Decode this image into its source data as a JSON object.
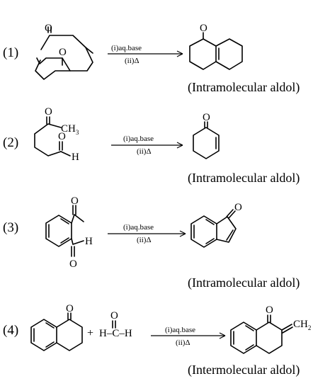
{
  "reactions": [
    {
      "number": "(1)",
      "reactant_atoms": [
        "O",
        "O"
      ],
      "conditions": [
        "(i)aq.base",
        "(ii)Δ"
      ],
      "product_atoms": [
        "O"
      ],
      "type": "(Intramolecular aldol)"
    },
    {
      "number": "(2)",
      "reactant_atoms": [
        "O",
        "CH",
        "3",
        "O",
        "H"
      ],
      "conditions": [
        "(i)aq.base",
        "(ii)Δ"
      ],
      "product_atoms": [
        "O"
      ],
      "type": "(Intramolecular aldol)"
    },
    {
      "number": "(3)",
      "reactant_atoms": [
        "O",
        "H",
        "O"
      ],
      "conditions": [
        "(i)aq.base",
        "(ii)Δ"
      ],
      "product_atoms": [
        "O"
      ],
      "type": "(Intramolecular aldol)"
    },
    {
      "number": "(4)",
      "reactant_atoms": [
        "O"
      ],
      "plus": "+",
      "reagent_atoms": [
        "O",
        "H–C–H"
      ],
      "conditions": [
        "(i)aq.base",
        "(ii)Δ"
      ],
      "product_atoms": [
        "O",
        "CH",
        "2"
      ],
      "type": "(Intermolecular aldol)"
    }
  ]
}
